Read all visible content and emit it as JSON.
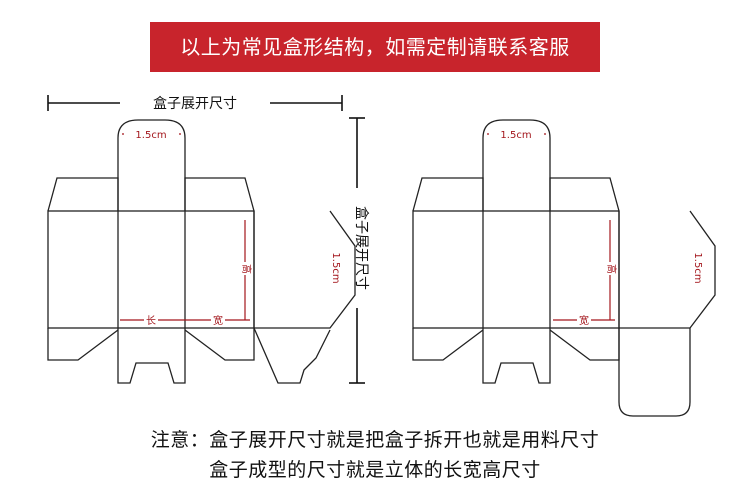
{
  "banner": {
    "text": "以上为常见盒形结构，如需定制请联系客服"
  },
  "left_diagram": {
    "width_caption": "盒子展开尺寸",
    "height_caption": "盒子展开尺寸",
    "top_flap_label": "1.5cm",
    "side_flap_label": "1.5cm",
    "height_label": "高",
    "length_label": "长",
    "width_label": "宽"
  },
  "right_diagram": {
    "top_flap_label": "1.5cm",
    "side_flap_label": "1.5cm",
    "height_label": "高",
    "width_label": "宽"
  },
  "notes": {
    "line1": "注意：盒子展开尺寸就是把盒子拆开也就是用料尺寸",
    "line2": "盒子成型的尺寸就是立体的长宽高尺寸"
  },
  "colors": {
    "banner_bg": "#c8242c",
    "dim_red": "#a3161c",
    "line": "#222222"
  }
}
